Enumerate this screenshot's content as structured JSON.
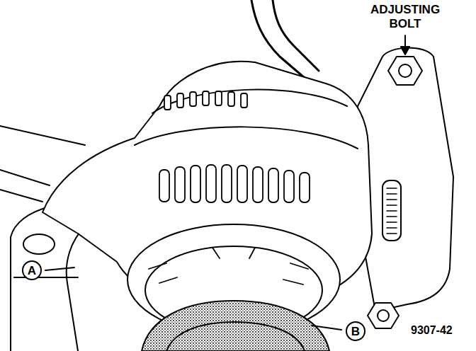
{
  "diagram": {
    "nodes": [
      {
        "text": [
          "A"
        ]
      },
      {
        "text": [
          "B"
        ]
      }
    ],
    "labels": [
      "ADJUSTING BOLT",
      "9307-42"
    ]
  }
}
